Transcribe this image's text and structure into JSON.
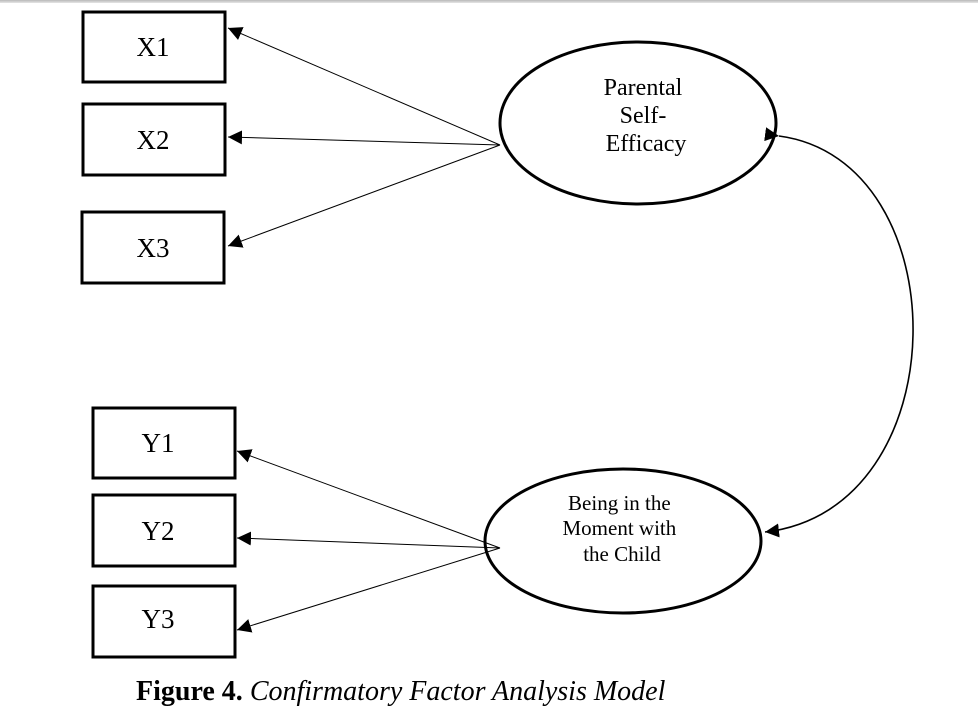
{
  "diagram": {
    "observed": {
      "x1": "X1",
      "x2": "X2",
      "x3": "X3",
      "y1": "Y1",
      "y2": "Y2",
      "y3": "Y3"
    },
    "latent": {
      "parental_self_efficacy": [
        "Parental",
        "Self-",
        "Efficacy"
      ],
      "being_in_the_moment": [
        "Being in the",
        "Moment with",
        "the Child"
      ]
    }
  },
  "caption": {
    "number": "Figure 4.",
    "title": "Confirmatory Factor Analysis Model"
  }
}
